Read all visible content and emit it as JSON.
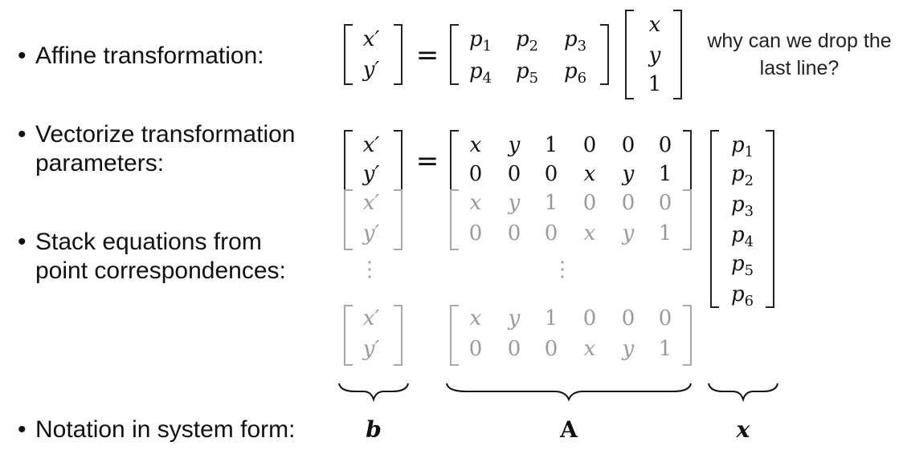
{
  "bullets": {
    "dot": "•",
    "affine": "Affine transformation:",
    "vectorize_1": "Vectorize transformation",
    "vectorize_2": "parameters:",
    "stack_1": "Stack equations from",
    "stack_2": "point correspondences:",
    "notation": "Notation in system form:"
  },
  "note": "why can we drop the last line?",
  "affine_eq": {
    "lhs": [
      "x′",
      "y′"
    ],
    "equals": "=",
    "p_matrix": [
      [
        "p1",
        "p2",
        "p3"
      ],
      [
        "p4",
        "p5",
        "p6"
      ]
    ],
    "vec": [
      "x",
      "y",
      "1"
    ]
  },
  "system": {
    "b_rows": [
      "x′",
      "y′",
      "x′",
      "y′",
      "x′",
      "y′"
    ],
    "equals": "=",
    "a_row1": [
      "x",
      "y",
      "1",
      "0",
      "0",
      "0"
    ],
    "a_row2": [
      "0",
      "0",
      "0",
      "x",
      "y",
      "1"
    ],
    "dots": "⋮",
    "params": [
      "p1",
      "p2",
      "p3",
      "p4",
      "p5",
      "p6"
    ]
  },
  "labels": {
    "b": "b",
    "A": "A",
    "x": "x"
  },
  "colors": {
    "text": "#111111",
    "faded": "#9a9a9a",
    "background": "#ffffff"
  }
}
